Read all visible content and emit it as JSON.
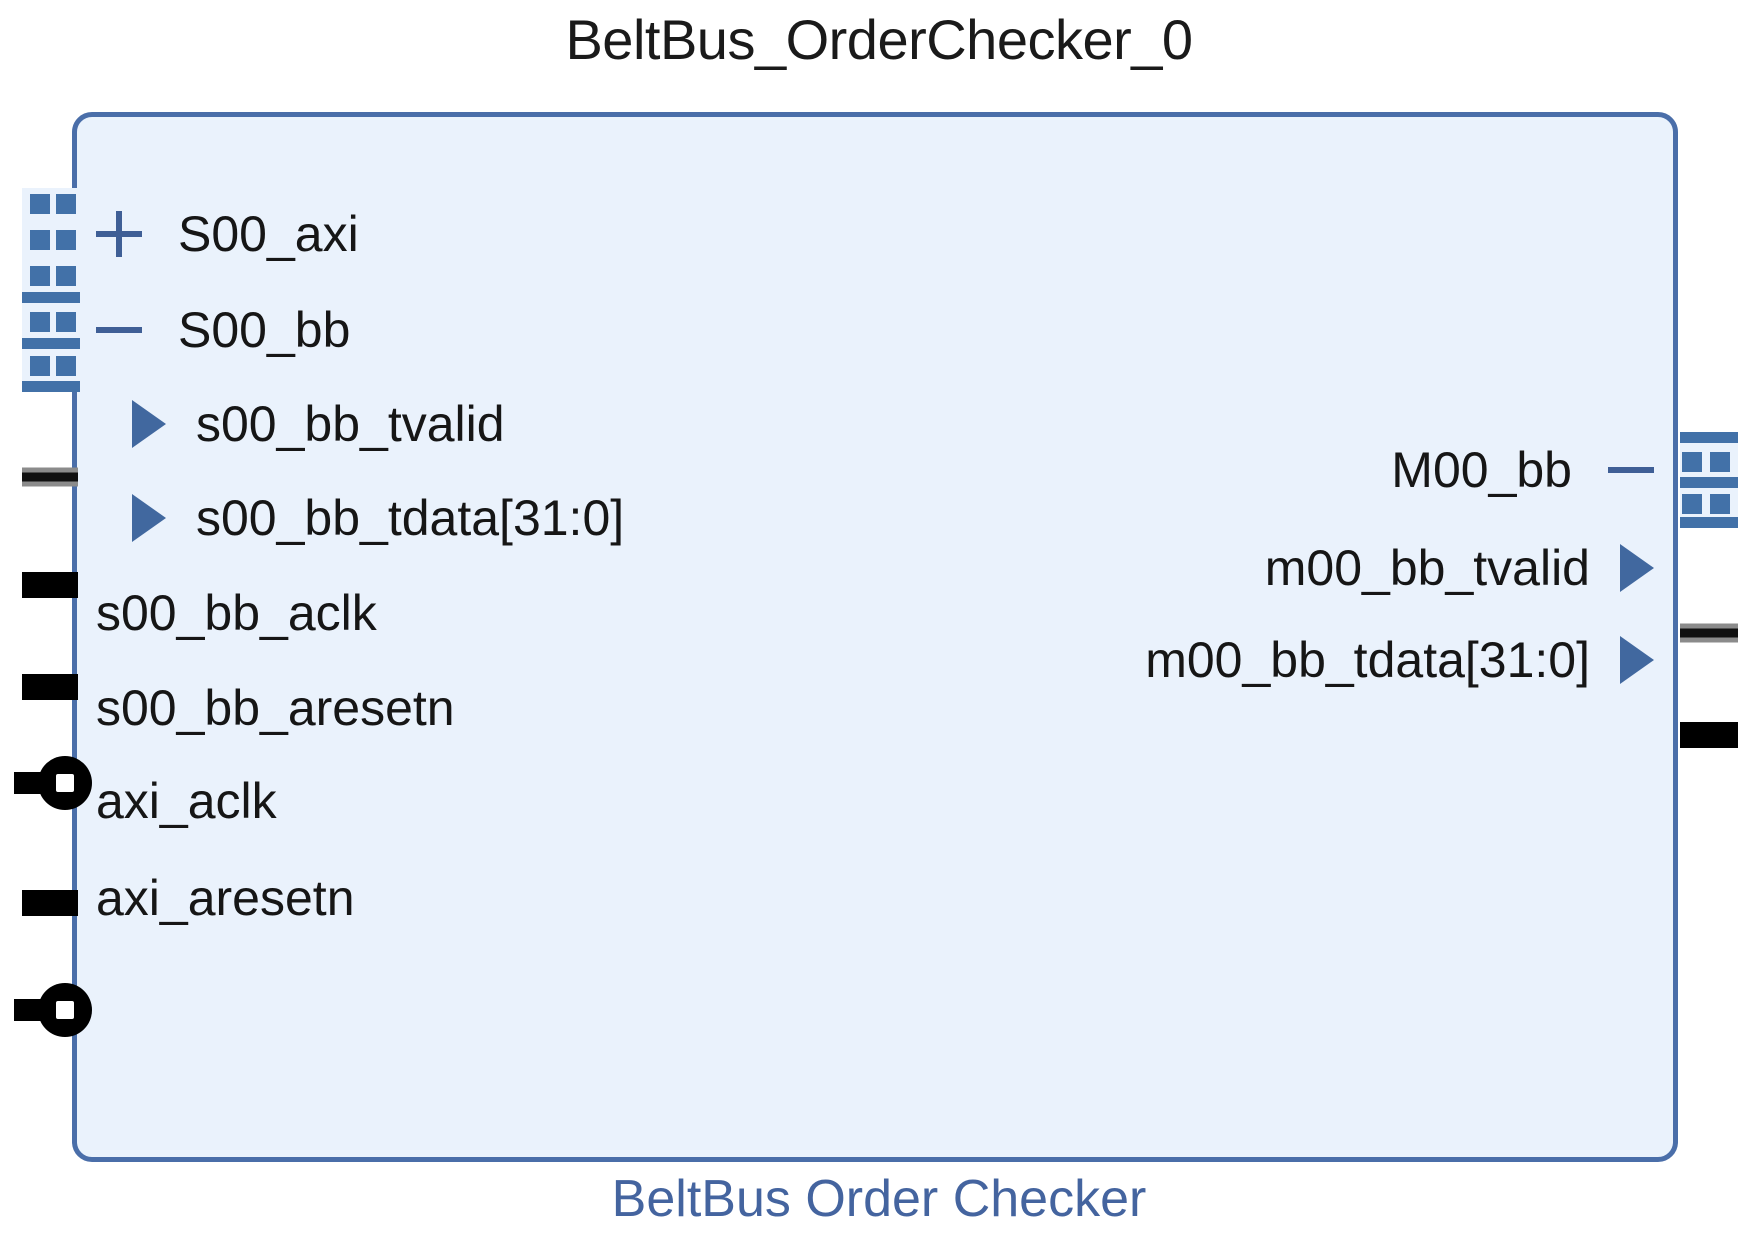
{
  "diagram": {
    "type": "vivado-ip-block",
    "title": "BeltBus_OrderChecker_0",
    "caption": "BeltBus Order Checker",
    "colors": {
      "block_fill": "#eaf2fc",
      "block_border": "#4a6ea9",
      "caption_text": "#44649f",
      "port_text": "#161616",
      "arrow_blue": "#41689f",
      "bus_connector": "#4271a8",
      "pin_black": "#000000",
      "pin_grey": "#8b8b8b",
      "background": "#ffffff"
    }
  },
  "left_ports": [
    {
      "label": "S00_axi",
      "kind": "interface",
      "expander": "plus",
      "expander_icon": "plus-icon",
      "indent": 0,
      "pin_style": "bus-connector",
      "pin_name": "axi-bus-connector"
    },
    {
      "label": "S00_bb",
      "kind": "interface",
      "expander": "minus",
      "expander_icon": "minus-icon",
      "indent": 0,
      "pin_style": "bus-connector",
      "pin_name": "bb-bus-connector"
    },
    {
      "label": "s00_bb_tvalid",
      "kind": "signal",
      "arrow": "input-triangle-icon",
      "indent": 1,
      "pin_style": "thin",
      "pin_name": "s00-bb-tvalid-pin"
    },
    {
      "label": "s00_bb_tdata[31:0]",
      "kind": "signal",
      "arrow": "input-triangle-icon",
      "indent": 1,
      "pin_style": "thick",
      "pin_name": "s00-bb-tdata-pin"
    },
    {
      "label": "s00_bb_aclk",
      "kind": "signal",
      "arrow": "none",
      "indent": 0,
      "pin_style": "thick",
      "pin_name": "s00-bb-aclk-pin"
    },
    {
      "label": "s00_bb_aresetn",
      "kind": "signal",
      "arrow": "none",
      "indent": 0,
      "pin_style": "active-low",
      "pin_name": "s00-bb-aresetn-pin"
    },
    {
      "label": "axi_aclk",
      "kind": "signal",
      "arrow": "none",
      "indent": 0,
      "pin_style": "thick",
      "pin_name": "axi-aclk-pin"
    },
    {
      "label": "axi_aresetn",
      "kind": "signal",
      "arrow": "none",
      "indent": 0,
      "pin_style": "active-low",
      "pin_name": "axi-aresetn-pin"
    }
  ],
  "right_ports": [
    {
      "label": "M00_bb",
      "kind": "interface",
      "expander": "minus",
      "expander_icon": "minus-icon",
      "pin_style": "bus-connector",
      "pin_name": "m00-bb-bus-connector"
    },
    {
      "label": "m00_bb_tvalid",
      "kind": "signal",
      "arrow": "output-triangle-icon",
      "pin_style": "thin",
      "pin_name": "m00-bb-tvalid-pin"
    },
    {
      "label": "m00_bb_tdata[31:0]",
      "kind": "signal",
      "arrow": "output-triangle-icon",
      "pin_style": "thick",
      "pin_name": "m00-bb-tdata-pin"
    }
  ]
}
